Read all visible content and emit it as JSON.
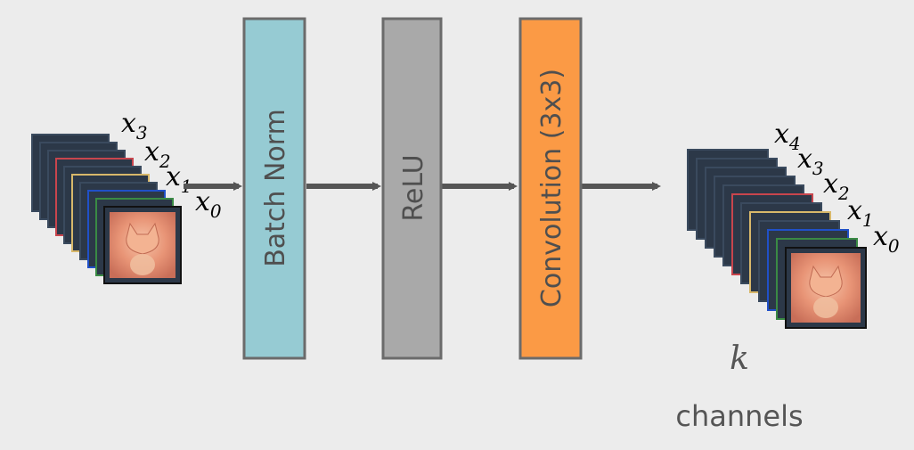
{
  "blocks": {
    "batch_norm": {
      "label": "Batch Norm",
      "color": "#96cbd3"
    },
    "relu": {
      "label": "ReLU",
      "color": "#a9a9a9"
    },
    "convolution": {
      "label": "Convolution (3x3)",
      "color": "#fb9a45"
    }
  },
  "input_stack": {
    "labels": [
      {
        "base": "x",
        "sub": "3",
        "color": "#7799a6"
      },
      {
        "base": "x",
        "sub": "2",
        "color": "#d04a52"
      },
      {
        "base": "x",
        "sub": "1",
        "color": "#d6a23c"
      },
      {
        "base": "x",
        "sub": "0",
        "color": "#bdbdbd"
      }
    ]
  },
  "output_stack": {
    "labels": [
      {
        "base": "x",
        "sub": "4",
        "color": "#5f8090"
      },
      {
        "base": "x",
        "sub": "3",
        "color": "#7799a6"
      },
      {
        "base": "x",
        "sub": "2",
        "color": "#d04a52"
      },
      {
        "base": "x",
        "sub": "1",
        "color": "#d6a23c"
      },
      {
        "base": "x",
        "sub": "0",
        "color": "#bdbdbd"
      }
    ],
    "k_label": "k",
    "channels_label": "channels"
  },
  "colors": {
    "arrow": "#555555",
    "block_border": "#6b6b6b",
    "slice_dark": "#3a4a5e",
    "slice_red": "#c8454d",
    "slice_yellow": "#d8b86a",
    "slice_blue": "#2050c8",
    "slice_green": "#3a8a44"
  },
  "icons": {
    "image_thumbnail": "kitten-photo"
  }
}
